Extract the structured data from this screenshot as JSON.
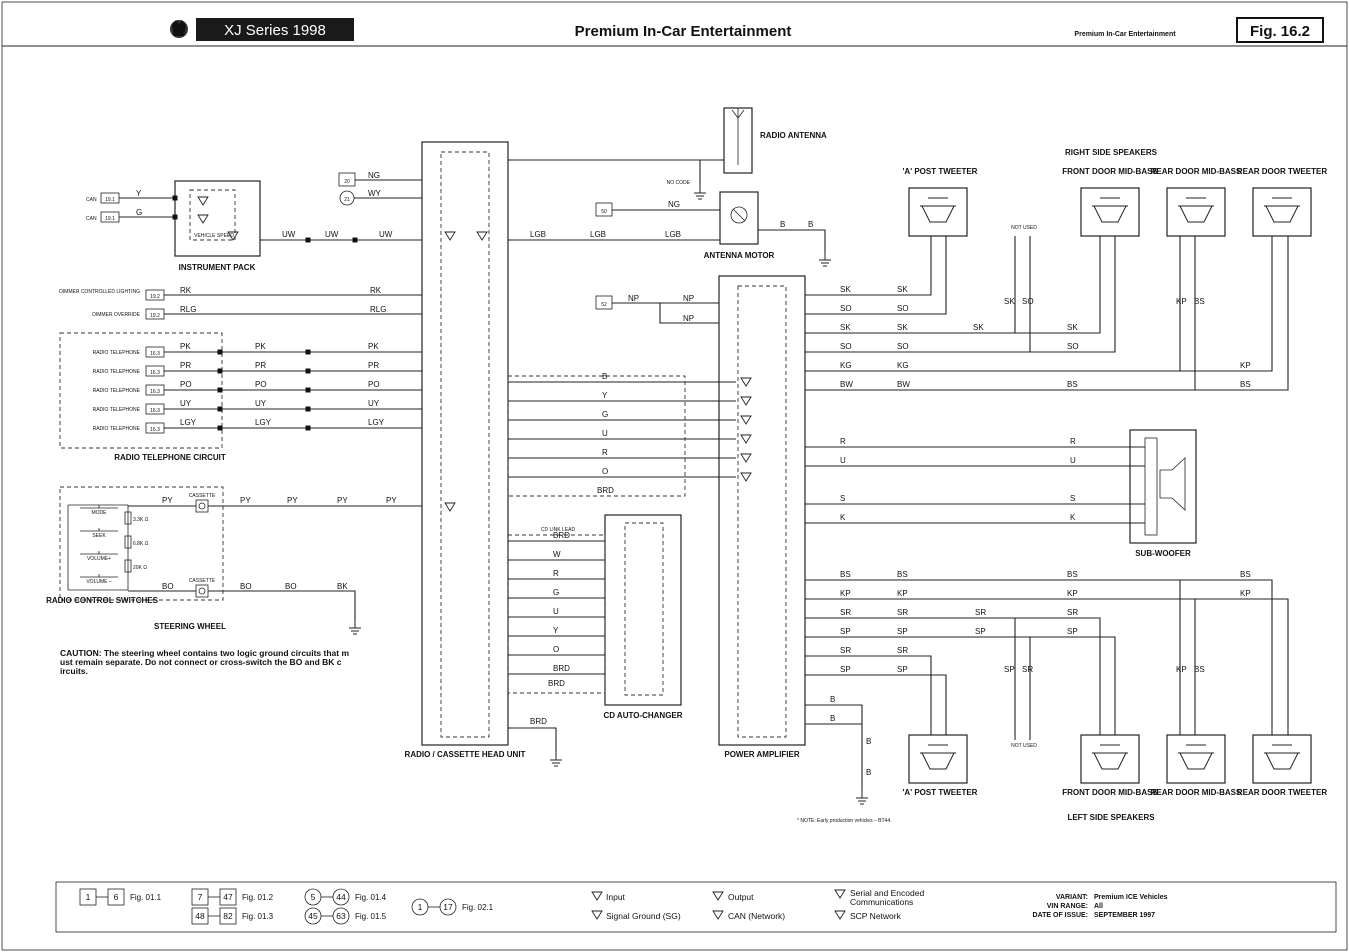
{
  "header": {
    "series": "XJ Series 1998",
    "title": "Premium In-Car Entertainment",
    "subtitle": "Premium In-Car Entertainment",
    "fig": "Fig. 16.2"
  },
  "components": {
    "instrument_pack": "INSTRUMENT PACK",
    "vehicle_speed": "VEHICLE SPEED",
    "radio_telephone_circuit": "RADIO TELEPHONE CIRCUIT",
    "radio_control_switches": "RADIO CONTROL SWITCHES",
    "steering_wheel": "STEERING WHEEL",
    "head_unit": "RADIO / CASSETTE HEAD UNIT",
    "cd_autochanger": "CD AUTO-CHANGER",
    "power_amplifier": "POWER AMPLIFIER",
    "antenna_motor": "ANTENNA MOTOR",
    "radio_antenna": "RADIO ANTENNA",
    "right_side_speakers": "RIGHT SIDE SPEAKERS",
    "left_side_speakers": "LEFT SIDE SPEAKERS",
    "subwoofer": "SUB-WOOFER",
    "a_post_tweeter": "'A' POST TWEETER",
    "front_door_midbass": "FRONT DOOR MID-BASS",
    "rear_door_midbass": "REAR DOOR MID-BASS",
    "rear_door_tweeter": "REAR DOOR TWEETER",
    "not_used": "NOT USED",
    "no_code": "NO CODE",
    "cassette": "CASSETTE",
    "cd_link_lead": "CD LINK LEAD"
  },
  "switches": [
    "MODE",
    "SEEK",
    "VOLUME+",
    "VOLUME –"
  ],
  "resistors": [
    "3.3K Ω",
    "6.8K Ω",
    "20K Ω"
  ],
  "inputs_left": {
    "can": "CAN",
    "can_ref": "19.1",
    "dimmer_lighting": "DIMMER CONTROLLED LIGHTING",
    "dimmer_override": "DIMMER OVERRIDE",
    "dimmer_ref": "19.2",
    "radio_telephone": "RADIO TELEPHONE",
    "rt_ref": "16.3",
    "ref20": "20",
    "ref21": "21",
    "ref50": "50",
    "ref52": "52"
  },
  "telephone_wires": [
    "PK",
    "PR",
    "PO",
    "UY",
    "LGY"
  ],
  "cd_wires": [
    "BRD",
    "W",
    "R",
    "G",
    "U",
    "Y",
    "O",
    "BRD"
  ],
  "amp_wires": [
    "B",
    "Y",
    "G",
    "U",
    "R",
    "O"
  ],
  "caution": "CAUTION: The steering wheel contains two logic ground circuits that must remain separate.  Do not connect or cross-switch the BO and BK circuits.",
  "note": "* NOTE: Early production vehicles – BT44.",
  "legend": {
    "ref_pairs": [
      {
        "a": "1",
        "b": "6",
        "fig": "Fig. 01.1"
      },
      {
        "a": "7",
        "b": "47",
        "fig": "Fig. 01.2"
      },
      {
        "a": "48",
        "b": "82",
        "fig": "Fig. 01.3"
      },
      {
        "a": "5",
        "b": "44",
        "fig": "Fig. 01.4"
      },
      {
        "a": "45",
        "b": "63",
        "fig": "Fig. 01.5"
      },
      {
        "a": "1",
        "b": "17",
        "fig": "Fig. 02.1"
      }
    ],
    "input": "Input",
    "output": "Output",
    "signal_ground": "Signal Ground (SG)",
    "can_network": "CAN (Network)",
    "serial": "Serial and Encoded Communications",
    "scp": "SCP Network"
  },
  "info": {
    "variant_label": "VARIANT:",
    "variant": "Premium ICE Vehicles",
    "vin_label": "VIN RANGE:",
    "vin": "All",
    "date_label": "DATE OF ISSUE:",
    "date": "SEPTEMBER 1997"
  },
  "colors": {
    "ink": "#111111",
    "header_fill": "#1a1a1a"
  }
}
